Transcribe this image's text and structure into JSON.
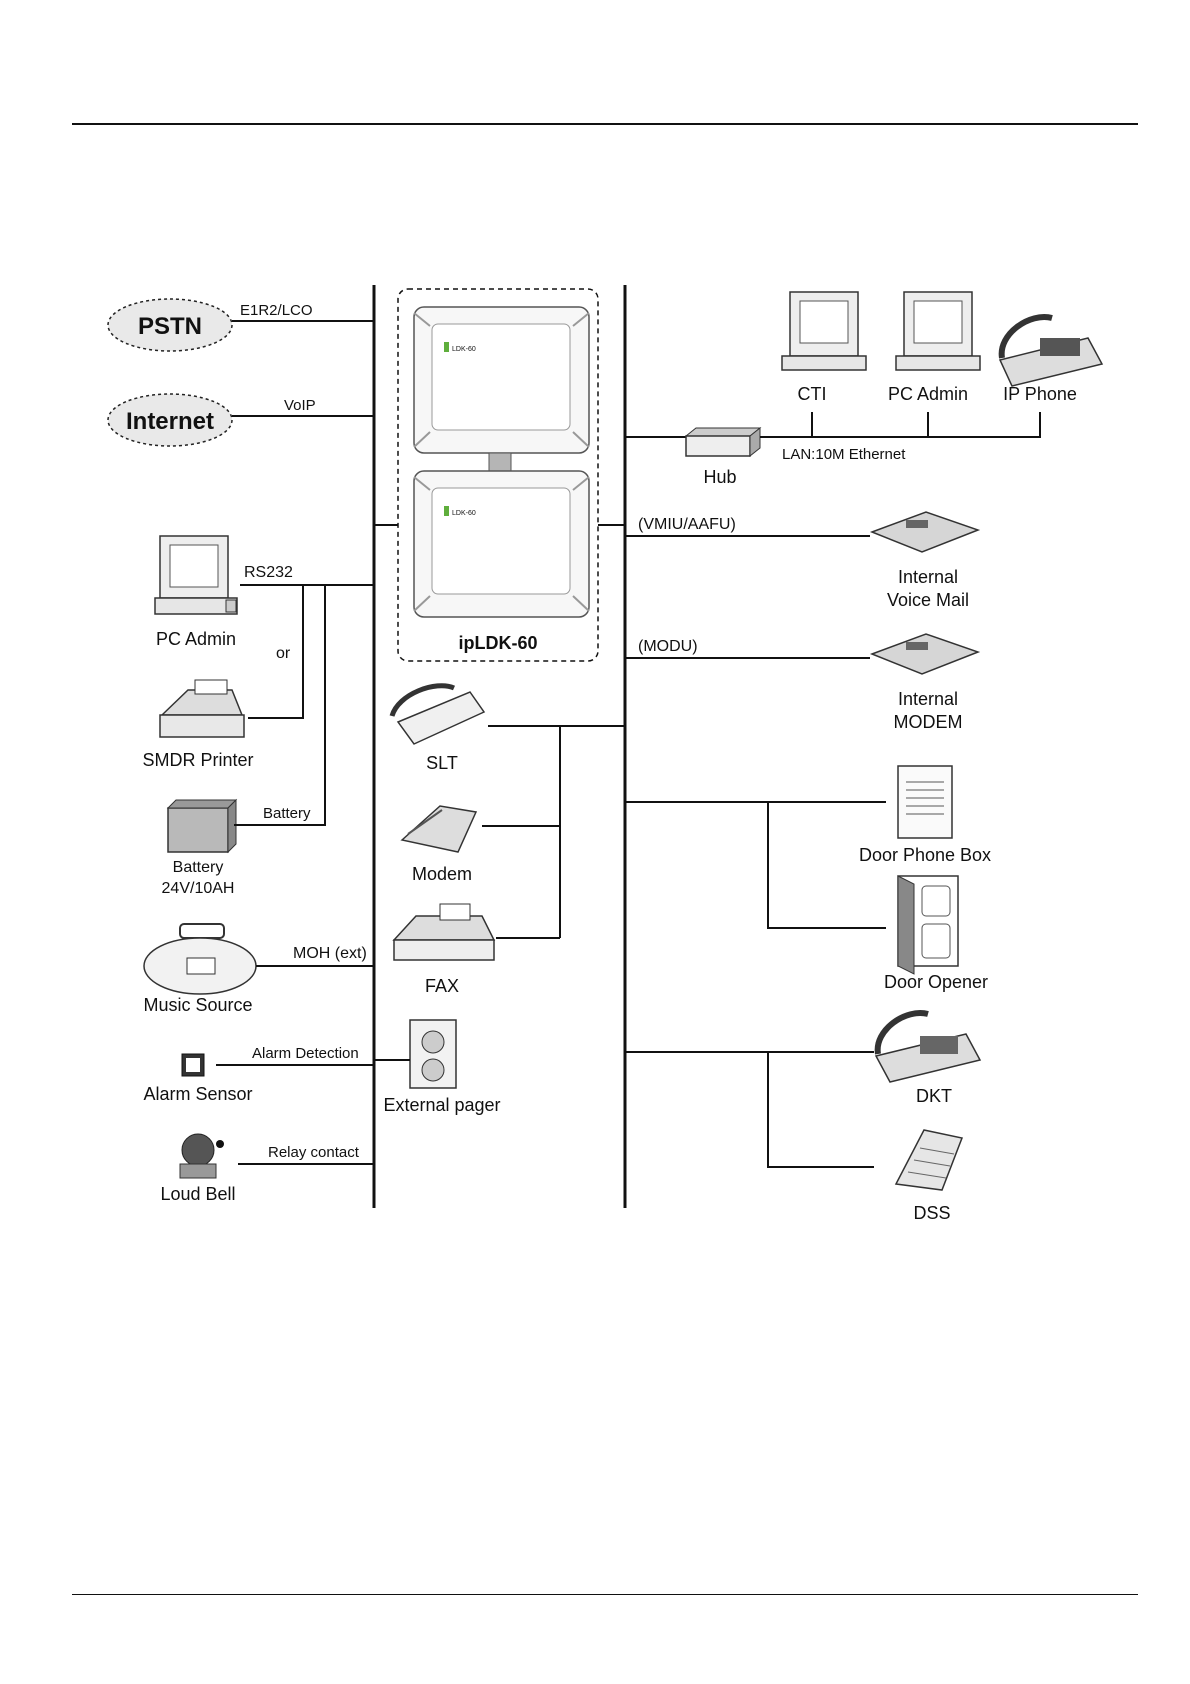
{
  "labels": {
    "pstn": "PSTN",
    "pstn_link": "E1R2/LCO",
    "internet": "Internet",
    "voip_link": "VoIP",
    "pc_admin_left": "PC Admin",
    "rs232": "RS232",
    "or": "or",
    "smdr_printer": "SMDR Printer",
    "battery_link": "Battery",
    "battery_line1": "Battery",
    "battery_line2": "24V/10AH",
    "moh_link": "MOH (ext)",
    "music_source": "Music Source",
    "alarm_link": "Alarm Detection",
    "alarm_sensor": "Alarm Sensor",
    "relay_link": "Relay contact",
    "loud_bell": "Loud Bell",
    "system_name": "ipLDK-60",
    "unit_logo": "LDK-60",
    "slt": "SLT",
    "modem": "Modem",
    "fax": "FAX",
    "external_pager": "External pager",
    "cti": "CTI",
    "pc_admin_right": "PC Admin",
    "ip_phone": "IP Phone",
    "hub": "Hub",
    "lan_link": "LAN:10M Ethernet",
    "vmiu_link": "(VMIU/AAFU)",
    "voice_mail_line1": "Internal",
    "voice_mail_line2": "Voice Mail",
    "modu_link": "(MODU)",
    "modem_card_line1": "Internal",
    "modem_card_line2": "MODEM",
    "door_phone_box": "Door Phone Box",
    "door_opener": "Door Opener",
    "dkt": "DKT",
    "dss": "DSS"
  }
}
